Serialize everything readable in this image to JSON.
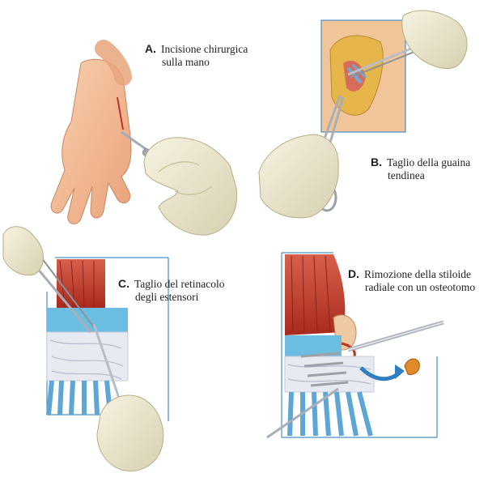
{
  "panels": [
    {
      "letter": "A.",
      "line1": "Incisione chirurgica",
      "line2": "sulla mano"
    },
    {
      "letter": "B.",
      "line1": "Taglio della guaina",
      "line2": "tendinea"
    },
    {
      "letter": "C.",
      "line1": "Taglio del retinacolo",
      "line2": "degli estensori"
    },
    {
      "letter": "D.",
      "line1": "Rimozione della stiloide",
      "line2": "radiale con un osteotomo"
    }
  ],
  "colors": {
    "skin": "#f2b48a",
    "glove": "#ece7c9",
    "muscle": "#c83a2a",
    "tendon_blue": "#5fb7df",
    "frame": "#4a8fc2"
  }
}
